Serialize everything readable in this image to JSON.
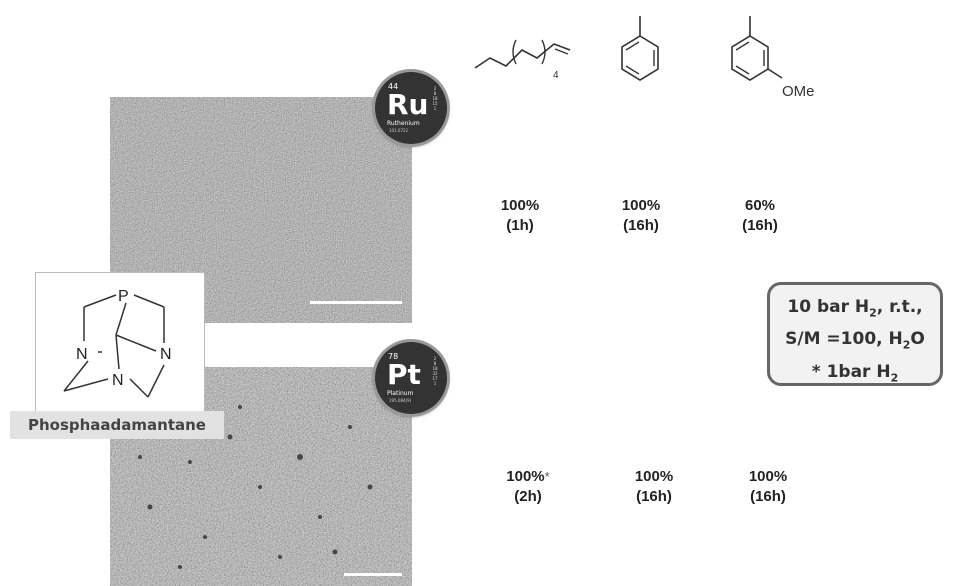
{
  "substrates": [
    {
      "id": "octene",
      "label_sub": "4"
    },
    {
      "id": "toluene"
    },
    {
      "id": "methylanisole",
      "label_group": "OMe"
    }
  ],
  "catalysts": [
    {
      "element": "Ru",
      "atomic_number": "44",
      "element_name": "Ruthenium",
      "atomic_mass": "101.0722",
      "shells": "2 8 18 15 1"
    },
    {
      "element": "Pt",
      "atomic_number": "78",
      "element_name": "Platinum",
      "atomic_mass": "195.084(9)",
      "shells": "2 8 18 32 17 1"
    }
  ],
  "ligand": {
    "atom_p": "P",
    "atom_n1": "N",
    "atom_n2": "N",
    "atom_n3": "N",
    "name": "Phosphaadamantane"
  },
  "results": {
    "ru": [
      {
        "pct": "100%",
        "time": "(1h)"
      },
      {
        "pct": "100%",
        "time": "(16h)"
      },
      {
        "pct": "60%",
        "time": "(16h)"
      }
    ],
    "pt": [
      {
        "pct": "100%",
        "mark": "*",
        "time": "(2h)"
      },
      {
        "pct": "100%",
        "time": "(16h)"
      },
      {
        "pct": "100%",
        "time": "(16h)"
      }
    ]
  },
  "conditions": {
    "line1_a": "10 bar H",
    "line1_sub": "2",
    "line1_b": ", r.t.,",
    "line2_a": "S/M =100, H",
    "line2_sub": "2",
    "line2_b": "O",
    "line3_a": "* 1bar H",
    "line3_sub": "2"
  }
}
